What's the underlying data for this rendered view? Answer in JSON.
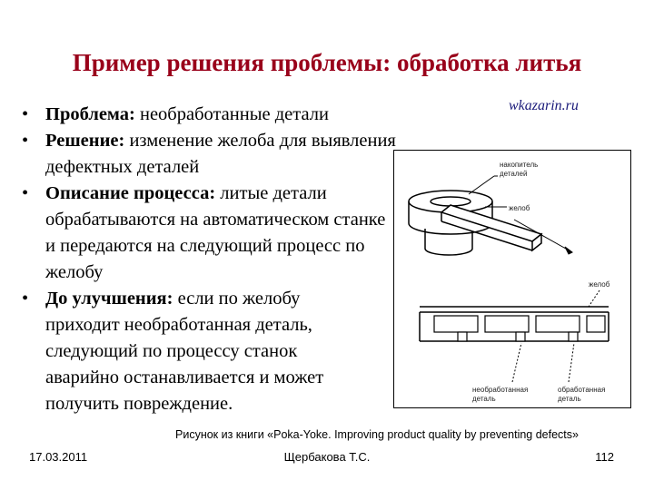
{
  "title": "Пример решения проблемы: обработка литья",
  "watermark": "wkazarin.ru",
  "bullets": [
    {
      "label": "Проблема:",
      "text": " необработанные детали"
    },
    {
      "label": "Решение:",
      "text": " изменение желоба для выявления дефектных деталей"
    },
    {
      "label": "Описание процесса:",
      "text": " литые детали обрабатываются на автоматическом станке и передаются на следующий процесс по желобу"
    },
    {
      "label": "До улучшения:",
      "text": " если по желобу приходит необработанная деталь, следующий по процессу станок аварийно останавливается и может получить повреждение."
    }
  ],
  "figure": {
    "labels": {
      "storage": "накопитель",
      "storage_2": "деталей",
      "chute_top": "желоб",
      "chute_bottom": "желоб",
      "unprocessed": "необработанная",
      "unprocessed_2": "деталь",
      "processed": "обработанная",
      "processed_2": "деталь"
    }
  },
  "caption": "Рисунок из книги «Poka-Yoke. Improving product quality by preventing defects»",
  "footer": {
    "date": "17.03.2011",
    "author": "Щербакова Т.С.",
    "page": "112"
  }
}
